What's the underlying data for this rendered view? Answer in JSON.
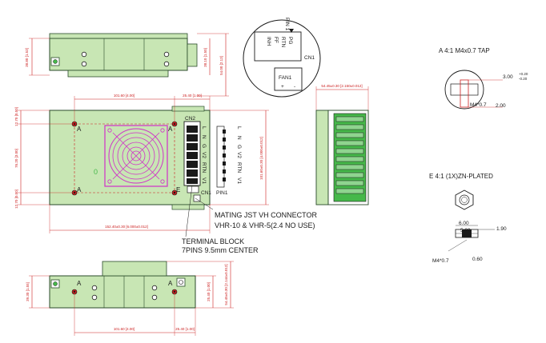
{
  "colors": {
    "case_fill": "#c8e6b4",
    "case_stroke": "#2a4a2a",
    "fan": "#d030c8",
    "dim": "#cc2020",
    "connector_green": "#46b84a",
    "ink": "#1a1a1a"
  },
  "top_view": {
    "dims": {
      "height_left": "38.80 [1.53]",
      "side_small": "38.10 [1.50]",
      "side_total": "54.00 [2.13]"
    }
  },
  "connector_detail": {
    "pin_label": "PIN 1",
    "signals": [
      "PG",
      "RTN",
      "FF",
      "INH"
    ],
    "cn1_label": "CN1",
    "fan_label": "FAN1",
    "fan_plus": "+",
    "fan_minus": "-"
  },
  "main_view": {
    "dims": {
      "top_span": "101.60 [4.00]",
      "top_right": "25.40 [1.00]",
      "left_top": "12.70 [0.50]",
      "left_mid": "76.20 [3.00]",
      "left_bottom": "12.70 [0.50]",
      "bottom": "152.40±0.30 [6.000±0.012]",
      "right_height": "101.60±0.30 [4.000±0.012]",
      "side_width": "54.45±0.30 [2.150±0.012]"
    },
    "mount_a": "A",
    "mount_e": "E",
    "label_zero": "0",
    "cn2_label": "CN2",
    "cn1_label": "CN1",
    "pin1_label": "PIN1",
    "terminal_labels": [
      "L",
      "N",
      "G",
      "V2",
      "RTN",
      "V1"
    ],
    "pin_connector_labels": [
      "L",
      "N",
      "G",
      "V2",
      "RTN",
      "V1"
    ]
  },
  "notes": {
    "mating_line1": "MATING JST VH CONNECTOR",
    "mating_line2": "VHR-10 & VHR-5(2.4 NO USE)",
    "terminal_line1": "TERMINAL BLOCK",
    "terminal_line2": "7PINS 9.5mm CENTER"
  },
  "detail_a": {
    "title": "A  4:1  M4x0.7  TAP",
    "tol": "3.00",
    "tol_plus": "+0.20",
    "tol_minus": "-0.20",
    "thread": "M4*0.7",
    "depth": "2.00"
  },
  "detail_e": {
    "title": "E  4:1  (1X)ZN-PLATED",
    "od": "6.00",
    "id": "5.20",
    "height": "1.90",
    "thread": "M4*0.7",
    "wall": "0.60"
  },
  "bottom_view": {
    "dims": {
      "height_left": "39.30 [1.55]",
      "right_small": "25.40 [1.00]",
      "right_total": "54.45±0.30 [2.144±0.012]",
      "bottom_span": "101.60 [4.00]",
      "bottom_right": "25.40 [1.00]"
    },
    "mount_a": "A"
  }
}
